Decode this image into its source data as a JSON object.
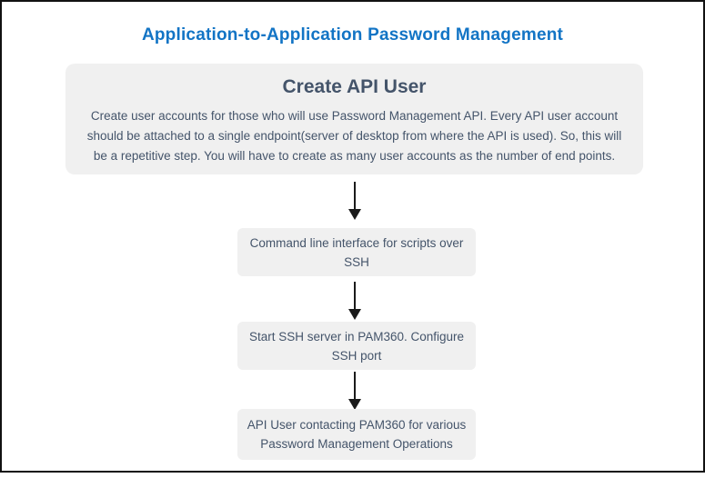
{
  "page": {
    "title": "Application-to-Application Password Management"
  },
  "colors": {
    "title_blue": "#1274c5",
    "text_slate": "#44546a",
    "box_background": "#f0f0f0",
    "arrow_black": "#1a1a1a",
    "frame_border": "#111111"
  },
  "flow": {
    "main_box": {
      "heading": "Create API User",
      "body": "Create user accounts for those who will use Password Management API. Every API user account should be attached to a single endpoint(server of desktop from where the API is used). So, this will be a repetitive step. You will have to create as many user accounts as the number of end points."
    },
    "steps": [
      {
        "label": "Command line interface for scripts over SSH"
      },
      {
        "label": "Start SSH server in PAM360. Configure SSH port"
      },
      {
        "label": "API User contacting PAM360 for various Password Management Operations"
      }
    ]
  }
}
